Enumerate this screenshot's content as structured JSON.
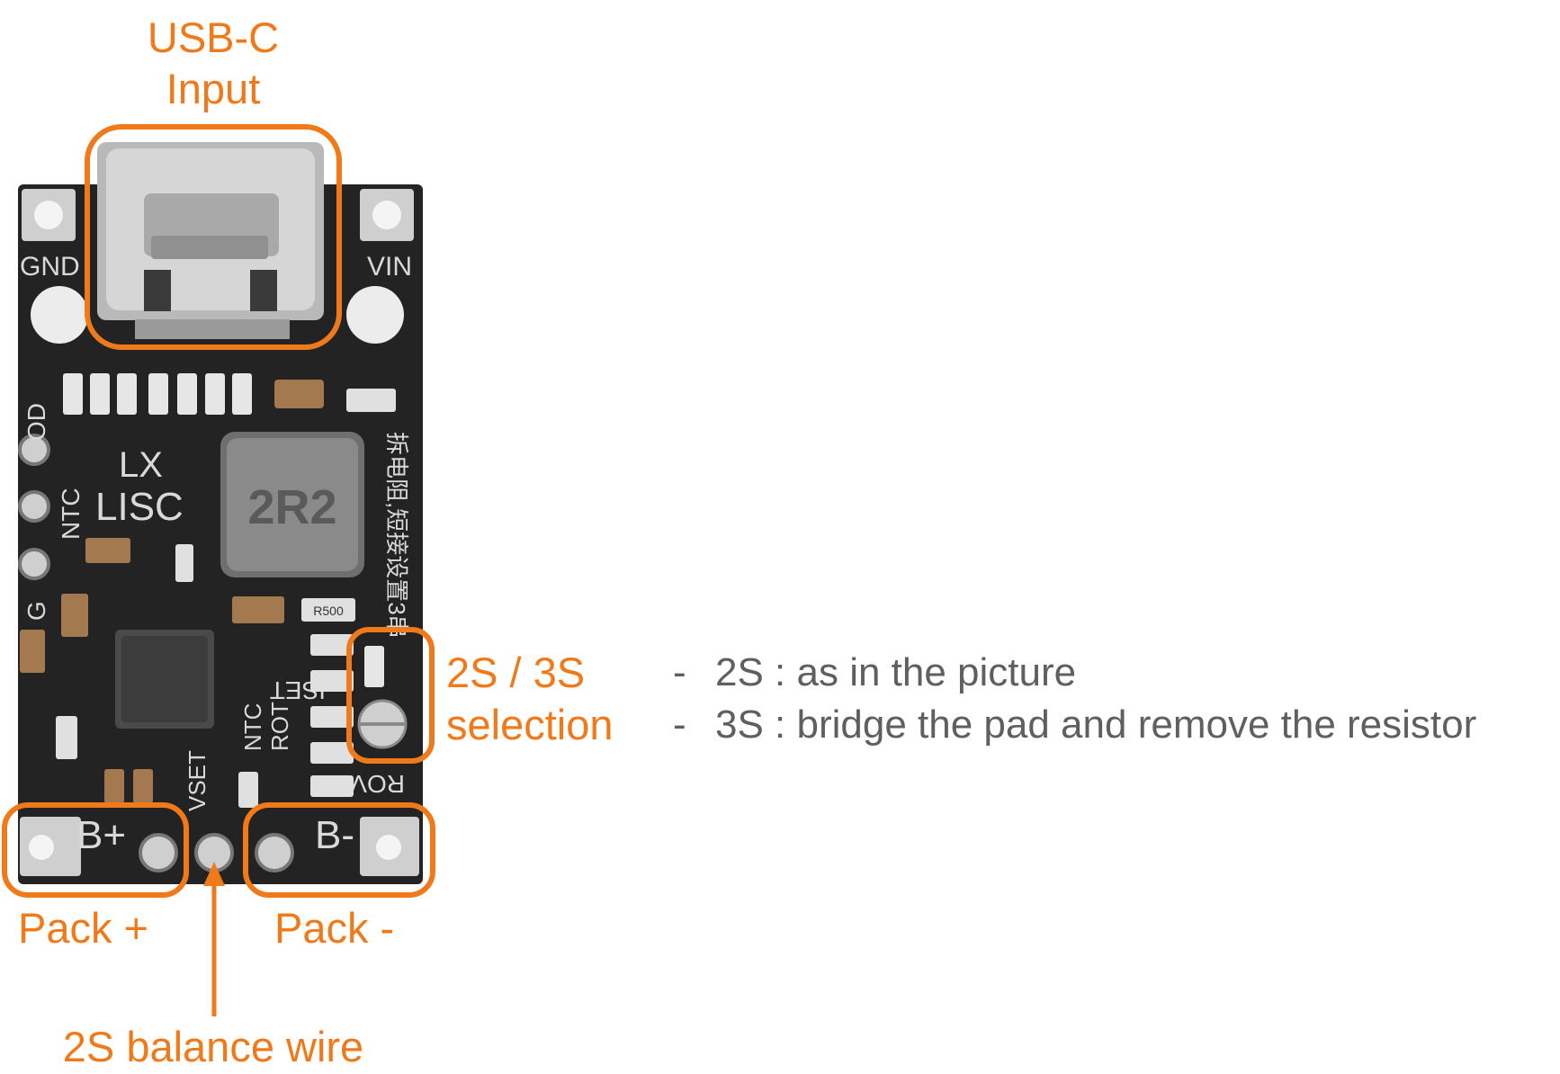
{
  "colors": {
    "accent": "#f07a1a",
    "note_text": "#5f5f5f",
    "board": "#232323",
    "silkscreen": "#d9d9d9"
  },
  "callouts": {
    "usb_line1": "USB-C",
    "usb_line2": "Input",
    "select_line1": "2S / 3S",
    "select_line2": "selection",
    "pack_plus": "Pack +",
    "pack_minus": "Pack -",
    "balance": "2S balance wire"
  },
  "notes": {
    "dash": "-",
    "item1": "2S : as in the picture",
    "item2": "3S : bridge the pad and remove the resistor"
  },
  "board": {
    "gnd": "GND",
    "vin": "VIN",
    "od": "OD",
    "ntc_left": "NTC",
    "g": "G",
    "lx": "LX",
    "lisc": "LISC",
    "inductor": "2R2",
    "bplus": "B+",
    "bminus": "B-",
    "vset": "VSET",
    "ntc_mid": "NTC",
    "rot": "ROT",
    "iset": "ISET",
    "rov": "ROV",
    "r500": "R500",
    "chinese": "拆电阻,短接设置3串"
  }
}
